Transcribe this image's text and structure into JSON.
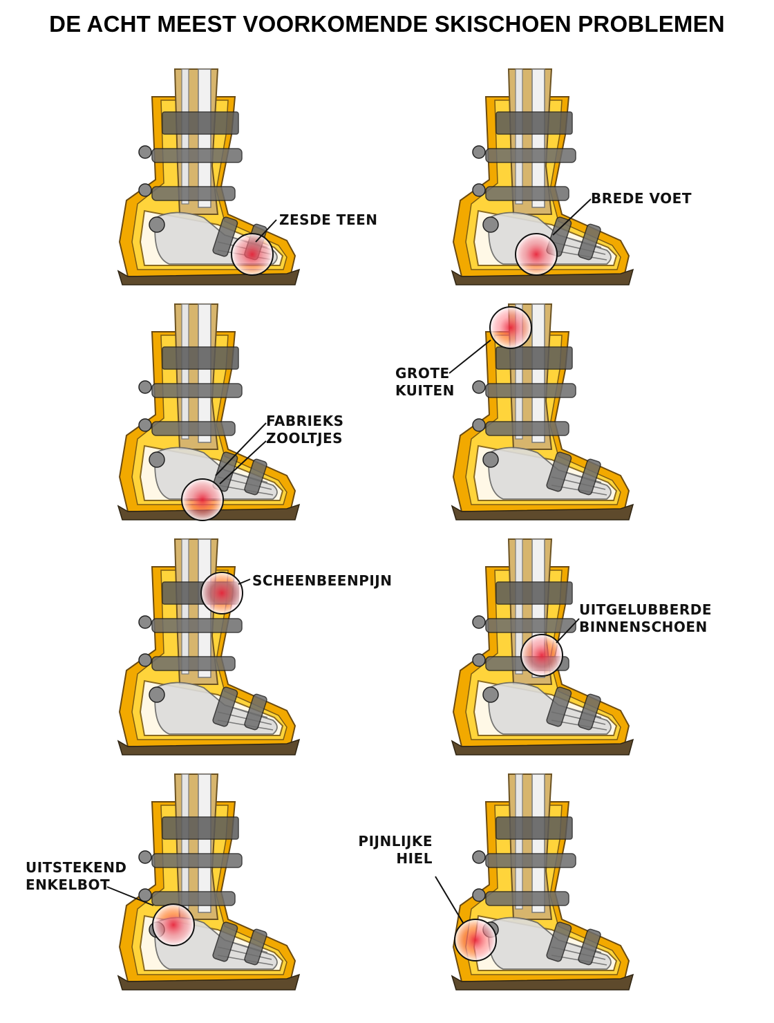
{
  "title": "DE ACHT MEEST VOORKOMENDE SKISCHOEN PROBLEMEN",
  "colors": {
    "shell_orange": "#f2a900",
    "shell_yellow": "#ffd43b",
    "sole_brown": "#5e4a2c",
    "leg_tan": "#d7b56d",
    "buckle_gray": "#6d6d6d",
    "pain_red": "#e8253a"
  },
  "problems": [
    {
      "id": "zesde-teen",
      "lines": [
        "ZESDE TEEN"
      ]
    },
    {
      "id": "brede-voet",
      "lines": [
        "BREDE VOET"
      ]
    },
    {
      "id": "fabrieks-zooltjes",
      "lines": [
        "FABRIEKS",
        "ZOOLTJES"
      ]
    },
    {
      "id": "grote-kuiten",
      "lines": [
        "GROTE",
        "KUITEN"
      ]
    },
    {
      "id": "scheenbeenpijn",
      "lines": [
        "SCHEENBEENPIJN"
      ]
    },
    {
      "id": "uitgelubberde-binnenschoen",
      "lines": [
        "UITGELUBBERDE",
        "BINNENSCHOEN"
      ]
    },
    {
      "id": "uitstekend-enkelbot",
      "lines": [
        "UITSTEKEND",
        "ENKELBOT"
      ]
    },
    {
      "id": "pijnlijke-hiel",
      "lines": [
        "PIJNLIJKE",
        "HIEL"
      ]
    }
  ]
}
